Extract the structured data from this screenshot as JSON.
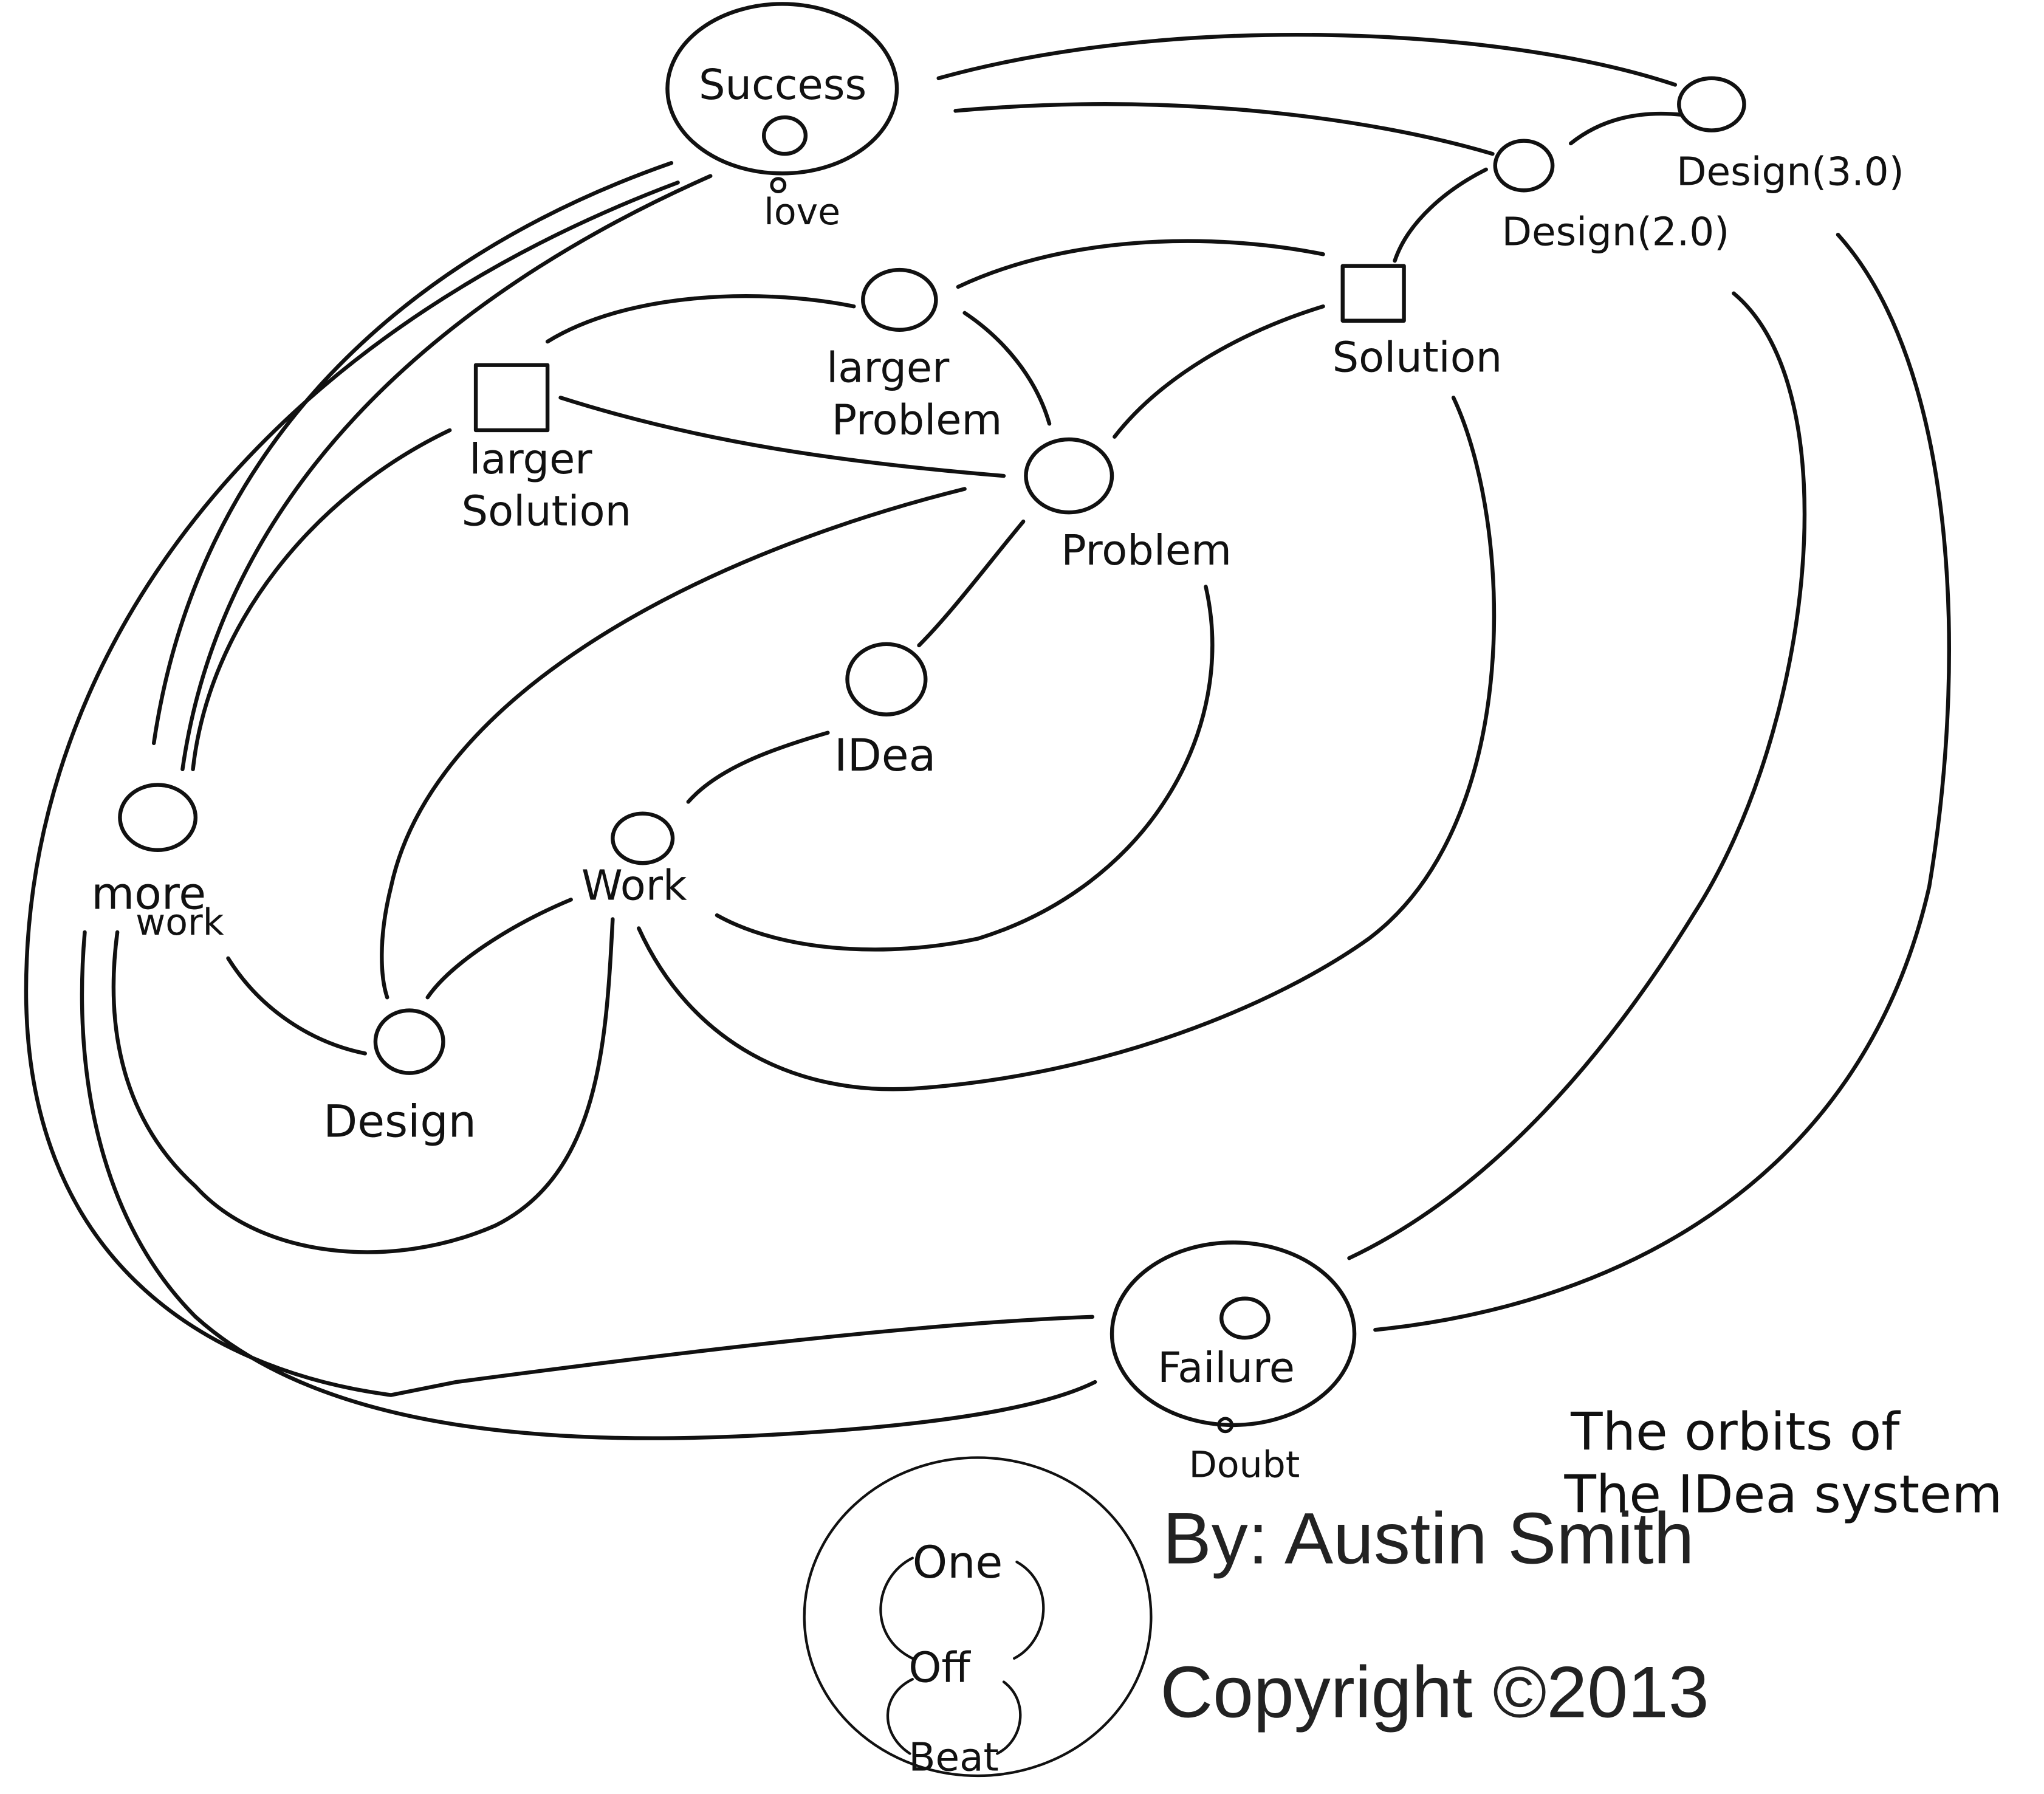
{
  "title": {
    "line1": "The orbits of",
    "line2": "The IDea system"
  },
  "credits": {
    "author": "By: Austin Smith",
    "copyright": "Copyright ©2013"
  },
  "nodes": {
    "success": "Success",
    "love": "love",
    "design_3": "Design(3.0)",
    "design_2": "Design(2.0)",
    "larger_problem_1": "larger",
    "larger_problem_2": "Problem",
    "larger_solution_1": "larger",
    "larger_solution_2": "Solution",
    "solution": "Solution",
    "problem": "Problem",
    "idea": "IDea",
    "work": "Work",
    "more_work_1": "more",
    "more_work_2": "work",
    "design": "Design",
    "failure": "Failure",
    "doubt": "Doubt"
  },
  "logo": {
    "word1": "One",
    "word2": "Off",
    "word3": "Beat"
  },
  "colors": {
    "ink": "#111111",
    "paper": "#ffffff"
  }
}
